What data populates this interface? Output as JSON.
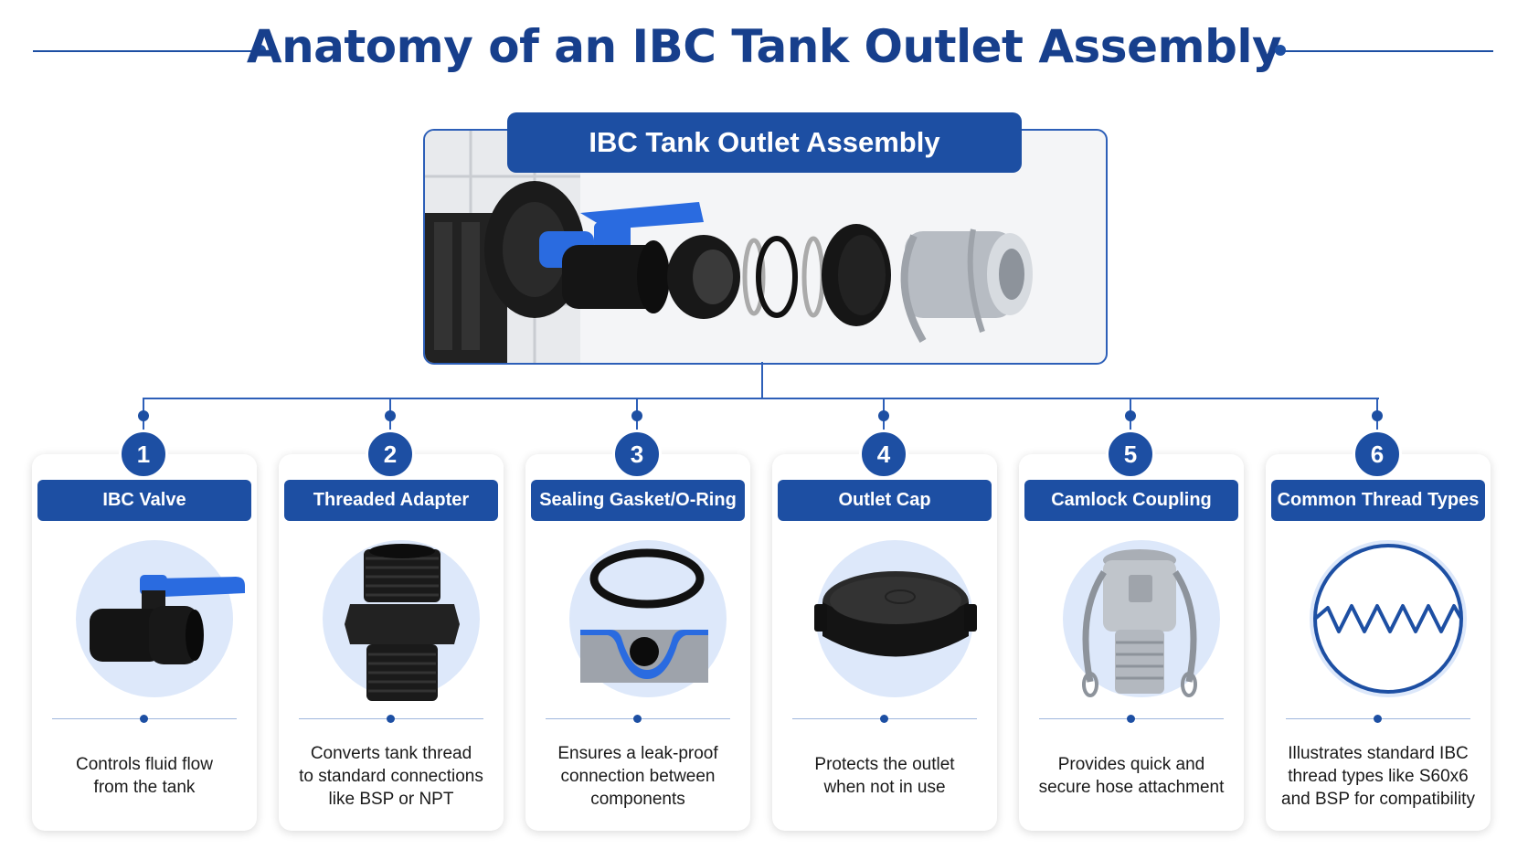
{
  "title": "Anatomy of an IBC Tank Outlet Assembly",
  "assembly_label": "IBC Tank Outlet Assembly",
  "colors": {
    "primary": "#1d4fa3",
    "accent_blue": "#2a6be0",
    "light_circle": "#dde8fa"
  },
  "components": [
    {
      "number": "1",
      "label": "IBC Valve",
      "icon": "ball-valve-icon",
      "description": [
        "Controls fluid flow",
        "from the tank"
      ]
    },
    {
      "number": "2",
      "label": "Threaded Adapter",
      "icon": "threaded-adapter-icon",
      "description": [
        "Converts tank thread",
        "to standard connections",
        "like BSP or NPT"
      ]
    },
    {
      "number": "3",
      "label": "Sealing Gasket/O-Ring",
      "icon": "o-ring-icon",
      "description": [
        "Ensures a leak-proof",
        "connection between",
        "components"
      ]
    },
    {
      "number": "4",
      "label": "Outlet Cap",
      "icon": "outlet-cap-icon",
      "description": [
        "Protects the outlet",
        "when not in use"
      ]
    },
    {
      "number": "5",
      "label": "Camlock Coupling",
      "icon": "camlock-coupling-icon",
      "description": [
        "Provides quick and",
        "secure hose attachment"
      ]
    },
    {
      "number": "6",
      "label": "Common Thread Types",
      "icon": "thread-wave-icon",
      "description": [
        "Illustrates standard IBC",
        "thread types like S60x6",
        "and BSP for compatibility"
      ]
    }
  ]
}
